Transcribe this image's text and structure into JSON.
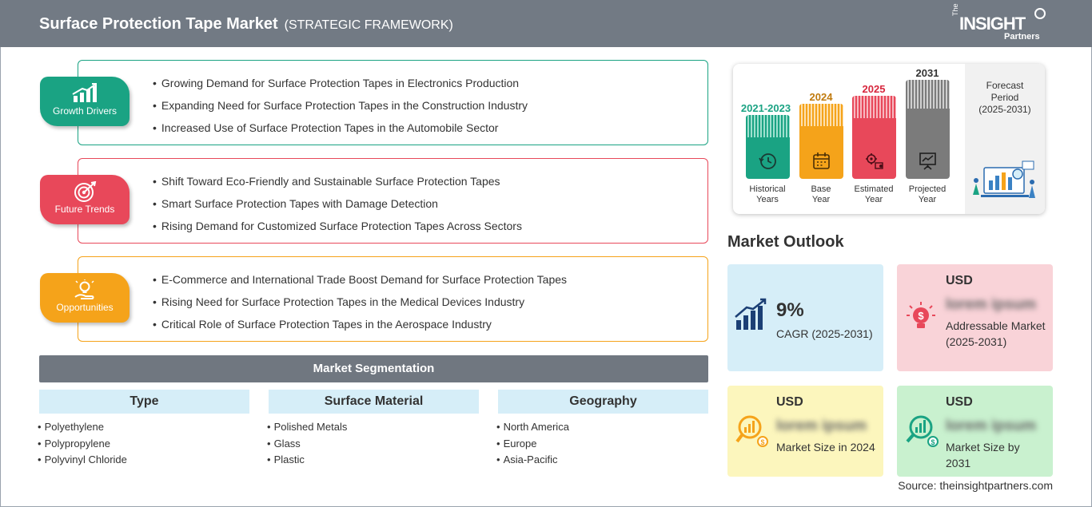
{
  "header": {
    "title": "Surface Protection Tape Market",
    "subtitle": "(STRATEGIC FRAMEWORK)",
    "logo": {
      "the": "The",
      "insight": "INSIGHT",
      "partners": "Partners"
    }
  },
  "sections": {
    "growth_drivers": {
      "label": "Growth Drivers",
      "color": "#1aa383",
      "items": [
        "Growing Demand for Surface Protection Tapes in Electronics Production",
        "Expanding Need for Surface Protection Tapes in the Construction Industry",
        "Increased Use of Surface Protection Tapes in the Automobile Sector"
      ]
    },
    "future_trends": {
      "label": "Future Trends",
      "color": "#e8485a",
      "items": [
        "Shift Toward Eco-Friendly and Sustainable Surface Protection Tapes",
        "Smart Surface Protection Tapes with Damage Detection",
        "Rising Demand for Customized Surface Protection Tapes Across Sectors"
      ]
    },
    "opportunities": {
      "label": "Opportunities",
      "color": "#f5a31a",
      "items": [
        "E-Commerce and International Trade Boost Demand for Surface Protection Tapes",
        "Rising Need for Surface Protection Tapes in the Medical Devices Industry",
        "Critical Role of Surface Protection Tapes in the Aerospace Industry"
      ]
    }
  },
  "segmentation": {
    "title": "Market Segmentation",
    "columns": [
      {
        "heading": "Type",
        "items": [
          "Polyethylene",
          "Polypropylene",
          "Polyvinyl Chloride"
        ]
      },
      {
        "heading": "Surface Material",
        "items": [
          "Polished Metals",
          "Glass",
          "Plastic"
        ]
      },
      {
        "heading": "Geography",
        "items": [
          "North America",
          "Europe",
          "Asia-Pacific"
        ]
      }
    ]
  },
  "timeline": {
    "bars": [
      {
        "year": "2021-2023",
        "caption_1": "Historical",
        "caption_2": "Years",
        "color": "#1aa383"
      },
      {
        "year": "2024",
        "caption_1": "Base",
        "caption_2": "Year",
        "color": "#f5a31a"
      },
      {
        "year": "2025",
        "caption_1": "Estimated",
        "caption_2": "Year",
        "color": "#e8485a"
      },
      {
        "year": "2031",
        "caption_1": "Projected",
        "caption_2": "Year",
        "color": "#7b7b7b"
      }
    ],
    "forecast": {
      "line1": "Forecast",
      "line2": "Period",
      "line3": "(2025-2031)"
    }
  },
  "outlook": {
    "title": "Market Outlook",
    "cagr": {
      "value": "9%",
      "label": "CAGR (2025-2031)",
      "bg": "#d6eef8"
    },
    "addressable": {
      "currency": "USD",
      "value": "lorem ipsum",
      "label": "Addressable Market (2025-2031)",
      "bg": "#f9d3d8"
    },
    "size_2024": {
      "currency": "USD",
      "value": "lorem ipsum",
      "label": "Market Size in 2024",
      "bg": "#fcf6bd"
    },
    "size_2031": {
      "currency": "USD",
      "value": "lorem ipsum",
      "label": "Market Size by 2031",
      "bg": "#c9f1cf"
    }
  },
  "source": "Source: theinsightpartners.com"
}
